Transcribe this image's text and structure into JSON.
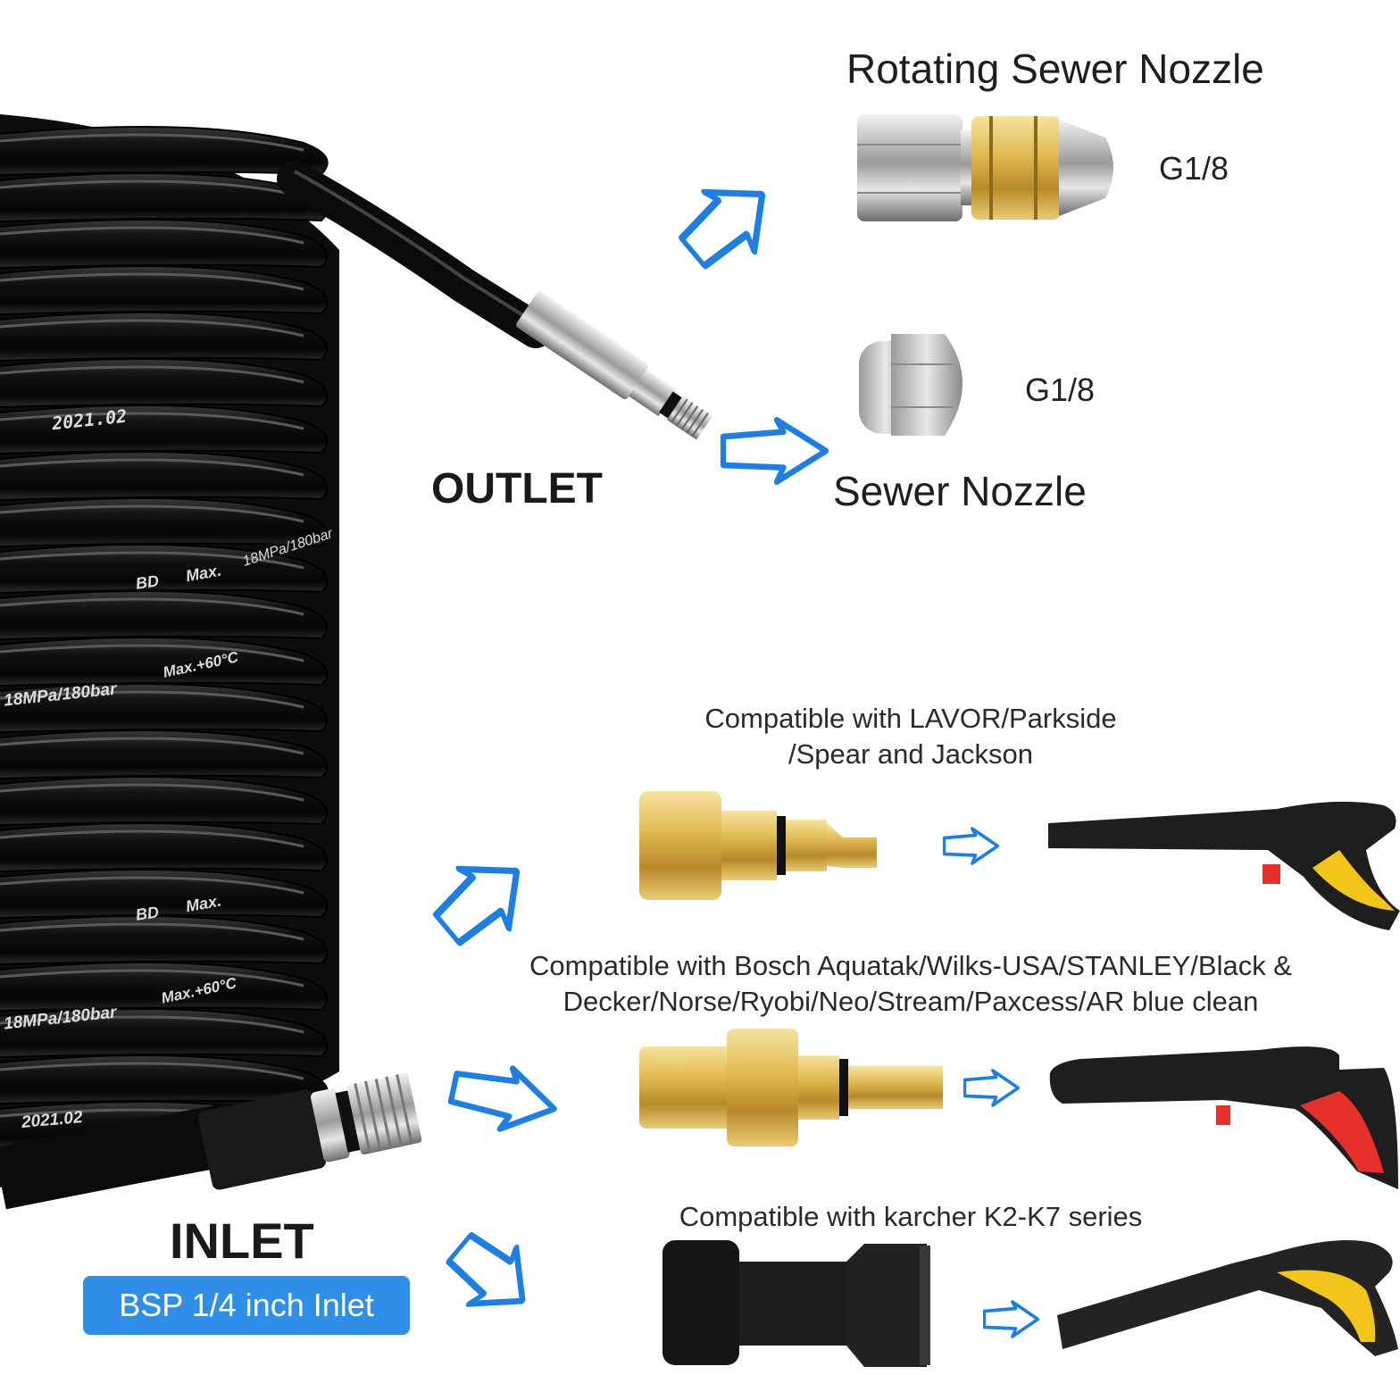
{
  "outlet_section": {
    "rotating_nozzle_title": "Rotating Sewer Nozzle",
    "rotating_nozzle_thread": "G1/8",
    "sewer_nozzle_thread": "G1/8",
    "sewer_nozzle_title": "Sewer Nozzle",
    "outlet_label": "OUTLET"
  },
  "inlet_section": {
    "inlet_label": "INLET",
    "inlet_badge": "BSP 1/4 inch Inlet"
  },
  "compatibility": [
    {
      "line1": "Compatible with LAVOR/Parkside",
      "line2": "/Spear and Jackson"
    },
    {
      "line1": "Compatible with Bosch Aquatak/Wilks-USA/STANLEY/Black &",
      "line2": "Decker/Norse/Ryobi/Neo/Stream/Paxcess/AR blue clean"
    },
    {
      "line1": "Compatible with karcher K2-K7 series"
    }
  ],
  "hose_prints": {
    "date": "2021.02",
    "brand": "BD",
    "max": "Max.",
    "pressure": "18MPa/180bar",
    "temperature": "Max.+60°C"
  },
  "colors": {
    "arrow_blue": "#1f7fe0",
    "badge_blue": "#2f8ee8",
    "brass": "#d9b24a",
    "hose_black": "#151515",
    "trigger_yellow": "#f2c51b",
    "trigger_red": "#e5302b"
  },
  "icons": [
    "arrow-outline-icon"
  ]
}
